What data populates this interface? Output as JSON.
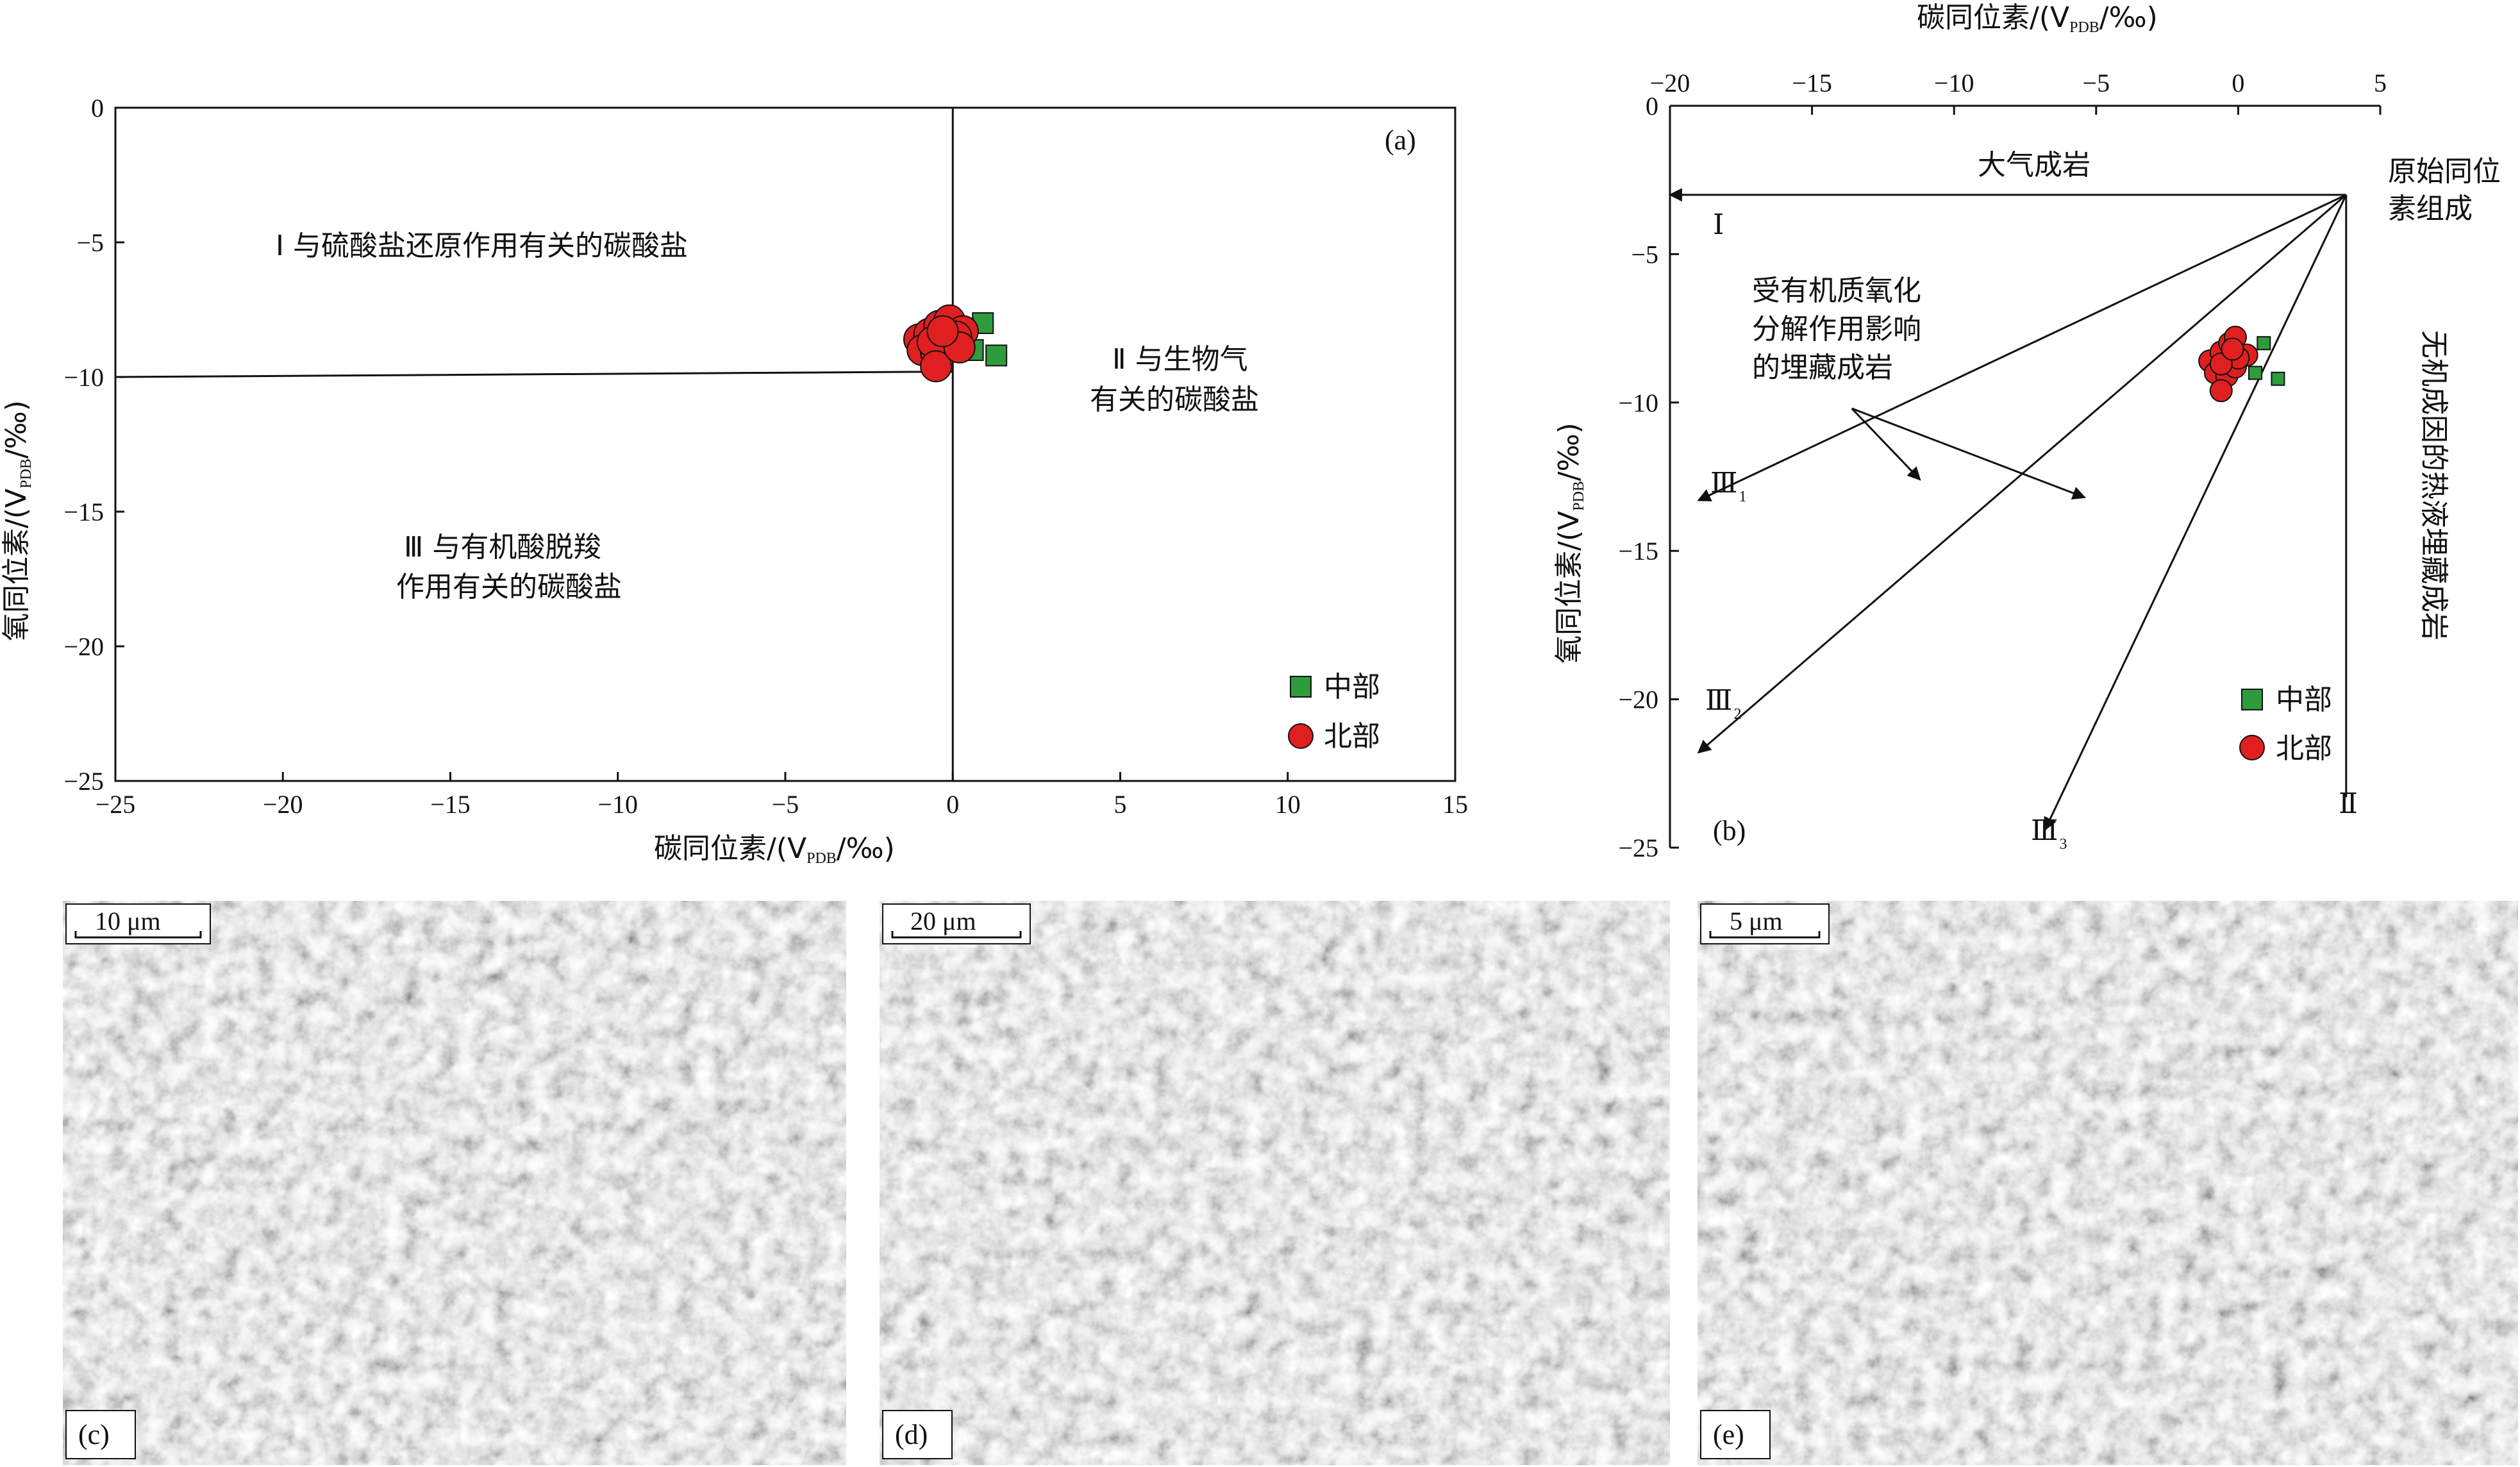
{
  "chart_data": [
    {
      "type": "scatter",
      "panel_label": "(a)",
      "xlabel": "碳同位素/(V",
      "xlabel_sub": "PDB",
      "xlabel_tail": "/‰)",
      "ylabel": "氧同位素/(V",
      "ylabel_sub": "PDB",
      "ylabel_tail": "/‰)",
      "xlim": [
        -25,
        15
      ],
      "ylim": [
        -25,
        0
      ],
      "xticks": [
        "−25",
        "−20",
        "−15",
        "−10",
        "−5",
        "0",
        "5",
        "10",
        "15"
      ],
      "yticks": [
        "0",
        "−5",
        "−10",
        "−15",
        "−20",
        "−25"
      ],
      "xtick_values": [
        -25,
        -20,
        -15,
        -10,
        -5,
        0,
        5,
        10,
        15
      ],
      "ytick_values": [
        0,
        -5,
        -10,
        -15,
        -20,
        -25
      ],
      "regions": [
        {
          "text": "Ⅰ 与硫酸盐还原作用有关的碳酸盐"
        },
        {
          "text": "Ⅱ 与生物气"
        },
        {
          "text": "有关的碳酸盐"
        },
        {
          "text": "Ⅲ 与有机酸脱羧"
        },
        {
          "text": "作用有关的碳酸盐"
        }
      ],
      "legend": [
        {
          "name": "中部",
          "marker": "square",
          "color": "#2e9c3c"
        },
        {
          "name": "北部",
          "marker": "circle",
          "color": "#e02020"
        }
      ],
      "series": [
        {
          "name": "中部",
          "points": [
            [
              0.9,
              -8.0
            ],
            [
              0.6,
              -9.0
            ],
            [
              1.3,
              -9.2
            ],
            [
              0.3,
              -8.2
            ]
          ]
        },
        {
          "name": "北部",
          "points": [
            [
              -1.0,
              -8.6
            ],
            [
              -0.7,
              -8.4
            ],
            [
              -0.4,
              -8.1
            ],
            [
              -0.1,
              -7.9
            ],
            [
              0.3,
              -8.3
            ],
            [
              -0.9,
              -9.0
            ],
            [
              -0.5,
              -9.1
            ],
            [
              -0.2,
              -8.8
            ],
            [
              0.1,
              -8.5
            ],
            [
              -0.6,
              -8.7
            ],
            [
              -0.5,
              -9.6
            ],
            [
              0.2,
              -8.9
            ],
            [
              -0.3,
              -8.3
            ]
          ]
        }
      ]
    },
    {
      "type": "scatter",
      "panel_label": "(b)",
      "xlabel": "碳同位素/(V",
      "xlabel_sub": "PDB",
      "xlabel_tail": "/‰)",
      "ylabel": "氧同位素/(V",
      "ylabel_sub": "PDB",
      "ylabel_tail": "/‰)",
      "xlim": [
        -20,
        5
      ],
      "ylim": [
        -25,
        0
      ],
      "xticks": [
        "−20",
        "−15",
        "−10",
        "−5",
        "0",
        "5"
      ],
      "yticks": [
        "0",
        "−5",
        "−10",
        "−15",
        "−20",
        "−25"
      ],
      "xtick_values": [
        -20,
        -15,
        -10,
        -5,
        0,
        5
      ],
      "ytick_values": [
        0,
        -5,
        -10,
        -15,
        -20,
        -25
      ],
      "origin_label_1": "原始同位",
      "origin_label_2": "素组成",
      "origin_point": [
        3.8,
        -3.0
      ],
      "meteoric_label": "大气成岩",
      "organic_label_1": "受有机质氧化",
      "organic_label_2": "分解作用影响",
      "organic_label_3": "的埋藏成岩",
      "hydro_label": "无机成因的热液埋藏成岩",
      "roman_I": "Ⅰ",
      "roman_II": "Ⅱ",
      "roman_III": "Ⅲ",
      "sub_1": "1",
      "sub_2": "2",
      "sub_3": "3",
      "arrow_ends": [
        [
          -20.0,
          -3.0
        ],
        [
          -19.0,
          -13.3
        ],
        [
          -19.0,
          -21.8
        ],
        [
          -6.8,
          -24.4
        ]
      ],
      "pointer_tips": [
        [
          -11.2,
          -12.6
        ],
        [
          -5.4,
          -13.2
        ]
      ],
      "legend": [
        {
          "name": "中部",
          "marker": "square",
          "color": "#2e9c3c"
        },
        {
          "name": "北部",
          "marker": "circle",
          "color": "#e02020"
        }
      ],
      "series": [
        {
          "name": "中部",
          "points": [
            [
              0.9,
              -8.0
            ],
            [
              0.6,
              -9.0
            ],
            [
              1.4,
              -9.2
            ]
          ]
        },
        {
          "name": "北部",
          "points": [
            [
              -1.0,
              -8.6
            ],
            [
              -0.6,
              -8.3
            ],
            [
              -0.3,
              -8.0
            ],
            [
              -0.1,
              -7.8
            ],
            [
              0.3,
              -8.4
            ],
            [
              -0.8,
              -9.0
            ],
            [
              -0.4,
              -9.1
            ],
            [
              -0.1,
              -8.8
            ],
            [
              0.0,
              -8.5
            ],
            [
              -0.6,
              -8.7
            ],
            [
              -0.6,
              -9.6
            ],
            [
              -0.2,
              -8.2
            ]
          ]
        }
      ]
    }
  ],
  "micrographs": [
    {
      "label": "(c)",
      "scale": "10 μm"
    },
    {
      "label": "(d)",
      "scale": "20 μm"
    },
    {
      "label": "(e)",
      "scale": "5 μm"
    }
  ]
}
